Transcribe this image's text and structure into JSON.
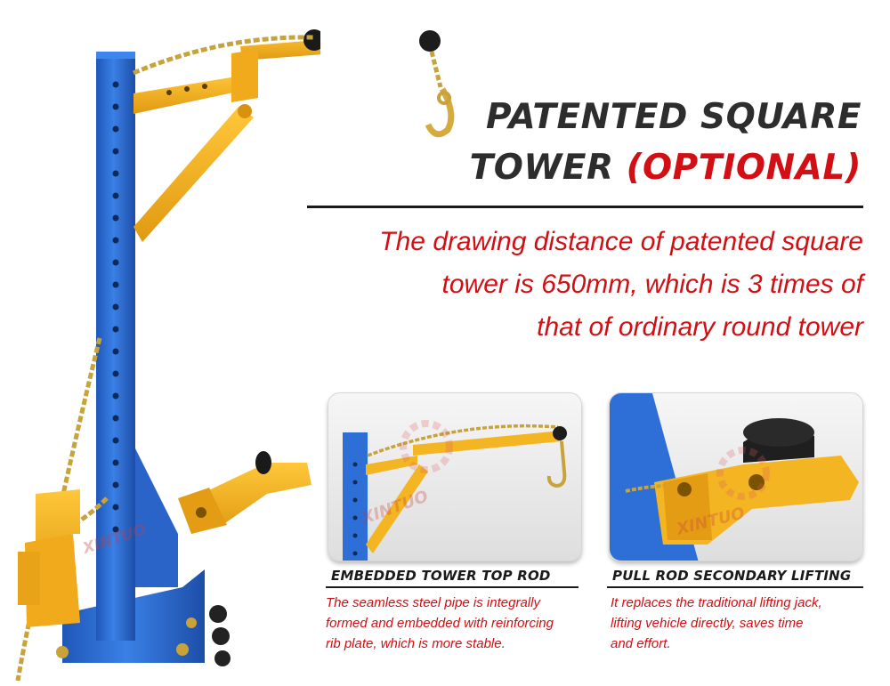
{
  "headline": {
    "line1": "PATENTED SQUARE",
    "line2_main": "TOWER",
    "line2_accent": "(OPTIONAL)"
  },
  "description": {
    "line1": "The drawing distance of patented square",
    "line2": "tower is 650mm, which is 3 times of",
    "line3": "that of ordinary round tower"
  },
  "watermark": {
    "hero": "XINTUO",
    "card1": "XINTUO",
    "card2": "XINTUO"
  },
  "features": [
    {
      "title": "EMBEDDED TOWER TOP ROD",
      "text_lines": [
        "The seamless steel pipe is integrally",
        "formed and embedded with reinforcing",
        "rib plate, which is more stable."
      ]
    },
    {
      "title": "PULL ROD SECONDARY LIFTING",
      "text_lines": [
        "It replaces the traditional lifting jack,",
        "lifting vehicle directly, saves time",
        "and effort."
      ]
    }
  ],
  "colors": {
    "tower_blue": "#2d6fd6",
    "arm_yellow": "#f4b523",
    "accent_red": "#d10f14",
    "chain_gold": "#c8a23a"
  }
}
